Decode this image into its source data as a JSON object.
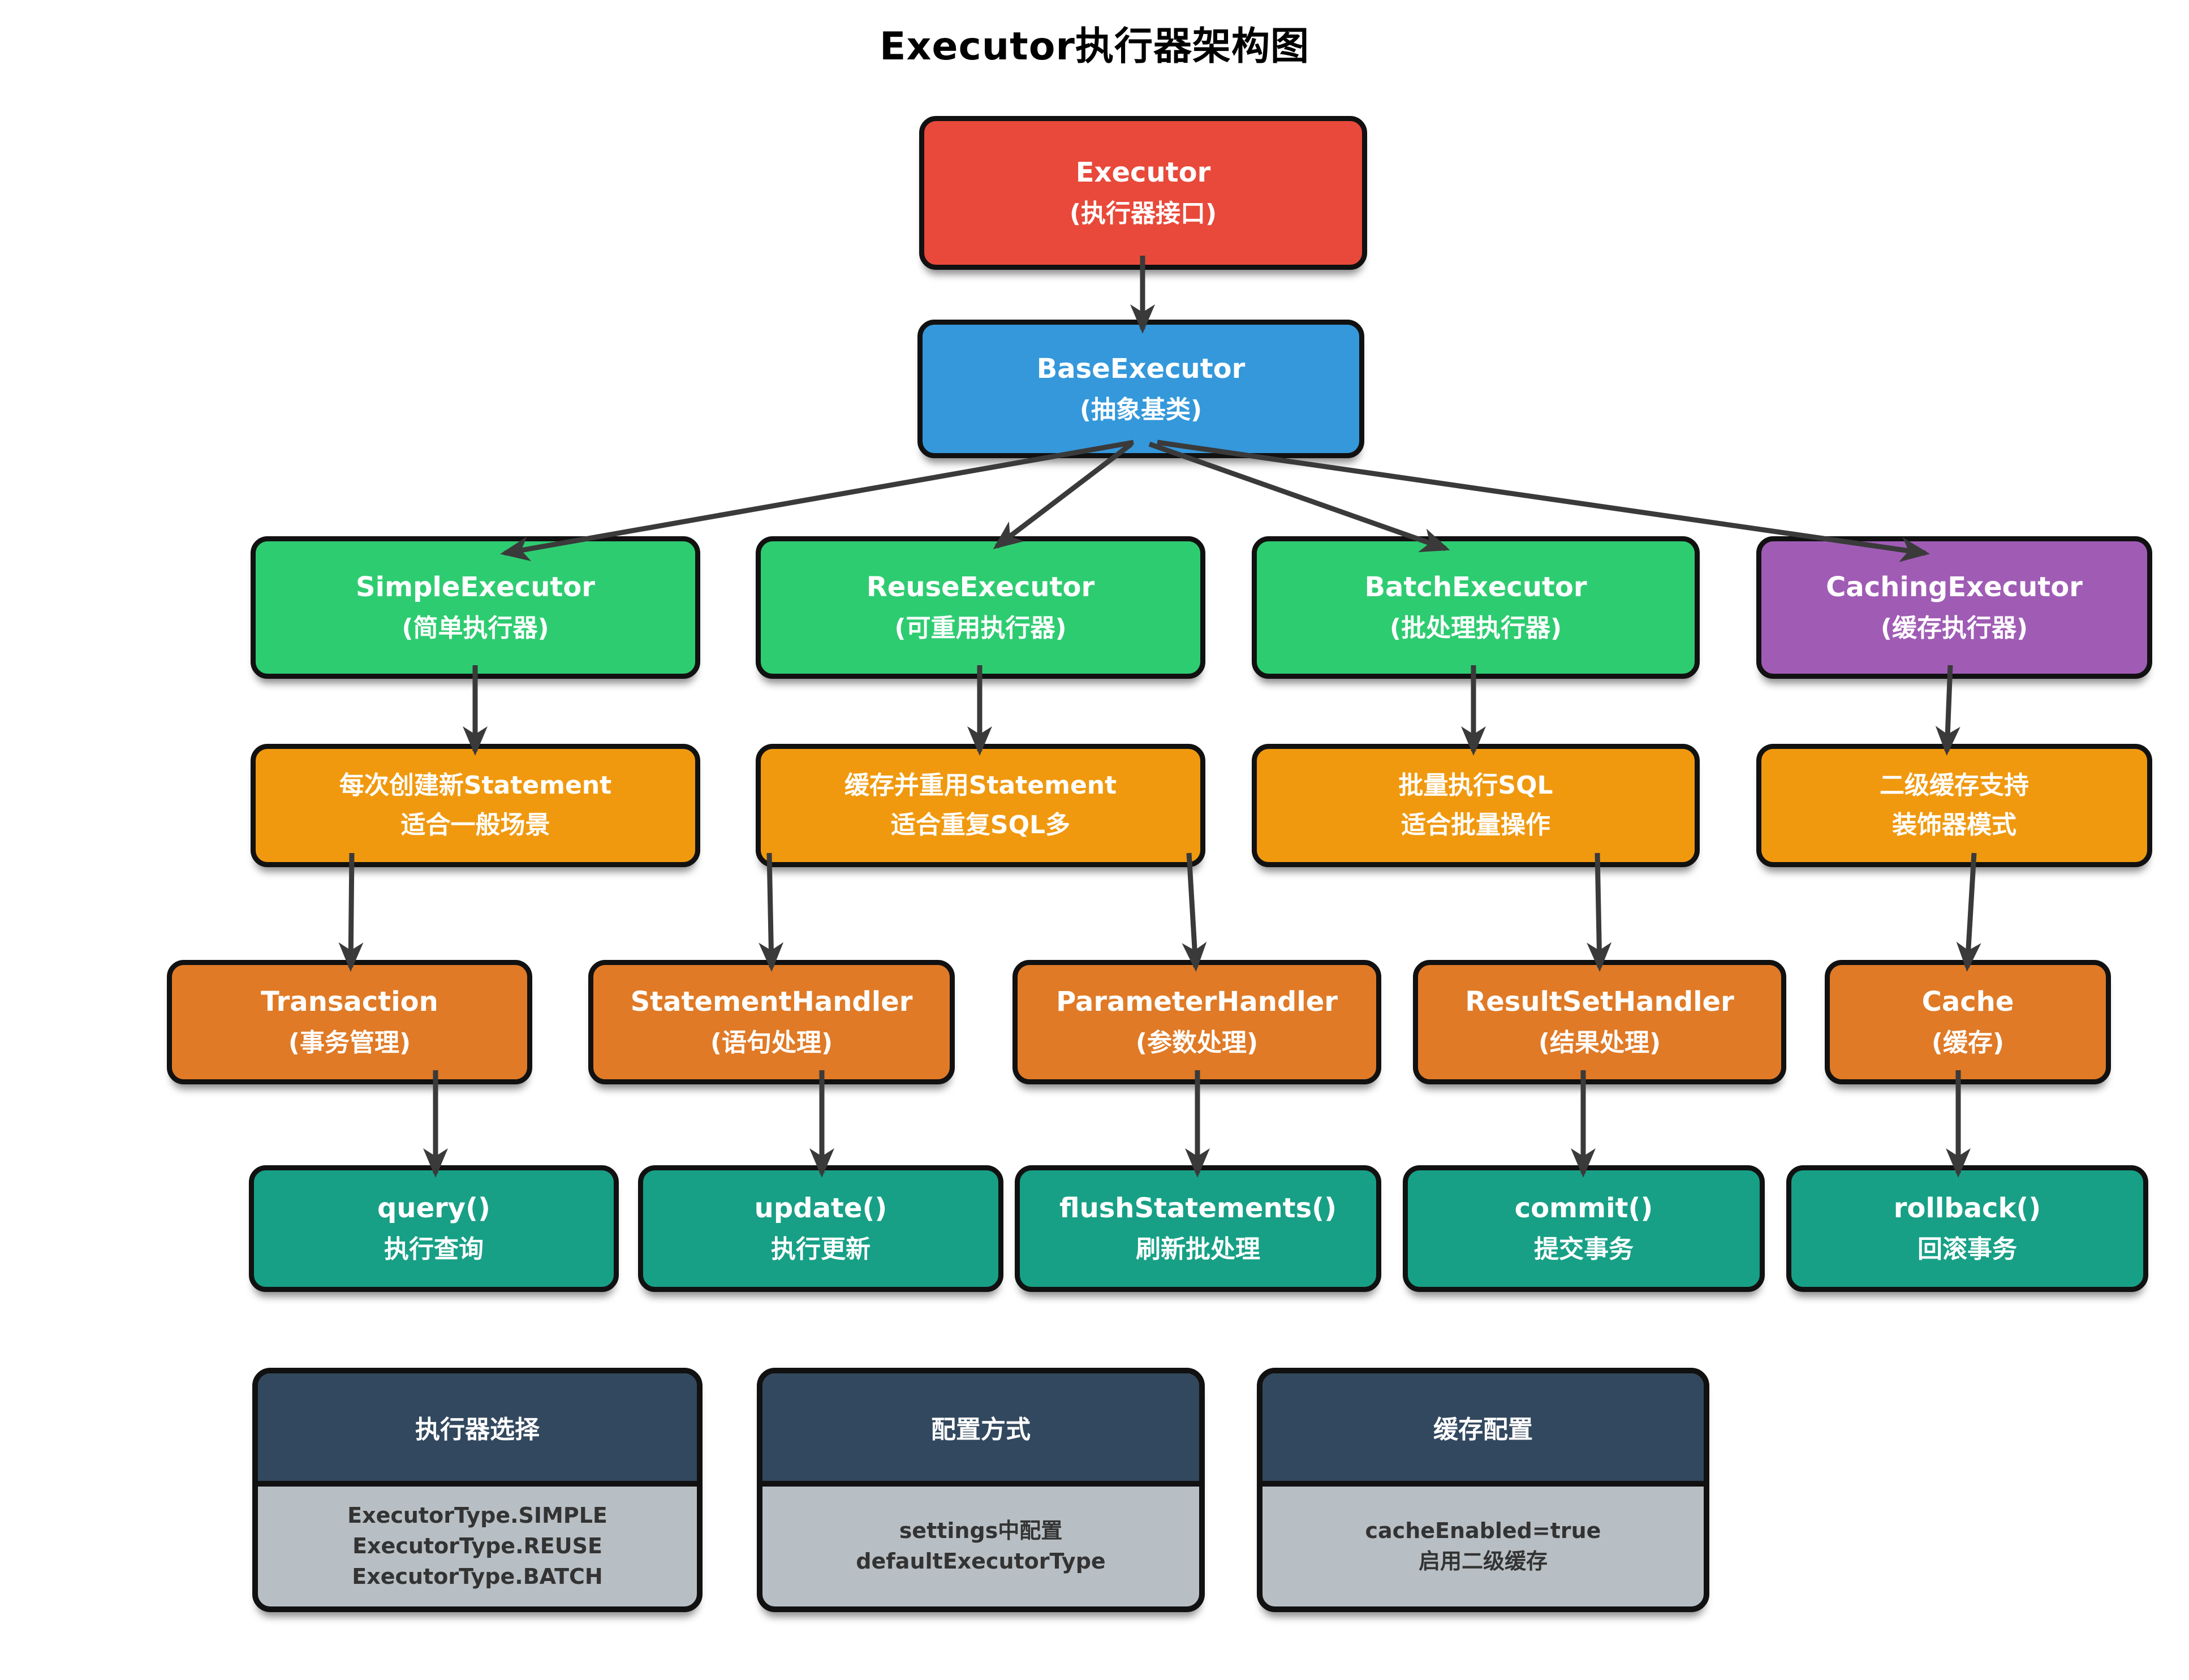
{
  "title": "Executor执行器架构图",
  "nodes": {
    "executor": {
      "line1": "Executor",
      "line2": "(执行器接口)"
    },
    "base": {
      "line1": "BaseExecutor",
      "line2": "(抽象基类)"
    },
    "simple": {
      "line1": "SimpleExecutor",
      "line2": "(简单执行器)"
    },
    "reuse": {
      "line1": "ReuseExecutor",
      "line2": "(可重用执行器)"
    },
    "batch": {
      "line1": "BatchExecutor",
      "line2": "(批处理执行器)"
    },
    "caching": {
      "line1": "CachingExecutor",
      "line2": "(缓存执行器)"
    },
    "desc_simple": {
      "line1": "每次创建新Statement",
      "line2": "适合一般场景"
    },
    "desc_reuse": {
      "line1": "缓存并重用Statement",
      "line2": "适合重复SQL多"
    },
    "desc_batch": {
      "line1": "批量执行SQL",
      "line2": "适合批量操作"
    },
    "desc_caching": {
      "line1": "二级缓存支持",
      "line2": "装饰器模式"
    },
    "transaction": {
      "line1": "Transaction",
      "line2": "(事务管理)"
    },
    "statement_handler": {
      "line1": "StatementHandler",
      "line2": "(语句处理)"
    },
    "parameter_handler": {
      "line1": "ParameterHandler",
      "line2": "(参数处理)"
    },
    "resultset_handler": {
      "line1": "ResultSetHandler",
      "line2": "(结果处理)"
    },
    "cache": {
      "line1": "Cache",
      "line2": "(缓存)"
    },
    "query": {
      "line1": "query()",
      "line2": "执行查询"
    },
    "update": {
      "line1": "update()",
      "line2": "执行更新"
    },
    "flush": {
      "line1": "flushStatements()",
      "line2": "刷新批处理"
    },
    "commit": {
      "line1": "commit()",
      "line2": "提交事务"
    },
    "rollback": {
      "line1": "rollback()",
      "line2": "回滚事务"
    }
  },
  "info_boxes": [
    {
      "header": "执行器选择",
      "lines": [
        "ExecutorType.SIMPLE",
        "ExecutorType.REUSE",
        "ExecutorType.BATCH"
      ]
    },
    {
      "header": "配置方式",
      "lines": [
        "settings中配置",
        "defaultExecutorType"
      ]
    },
    {
      "header": "缓存配置",
      "lines": [
        "cacheEnabled=true",
        "启用二级缓存"
      ]
    }
  ],
  "colors": {
    "red": "#e8493a",
    "blue": "#3498db",
    "green": "#2ecc71",
    "purple": "#a05cb5",
    "orange": "#f0990f",
    "dark_orange": "#e07a26",
    "teal": "#17a086",
    "navy": "#32485e",
    "gray_body": "#b8bfc4",
    "arrow": "#3a3a3a",
    "node_border": "#111111",
    "text_light": "#ffffff",
    "text_dark": "#333333",
    "title_color": "#000000",
    "background": "#ffffff"
  }
}
